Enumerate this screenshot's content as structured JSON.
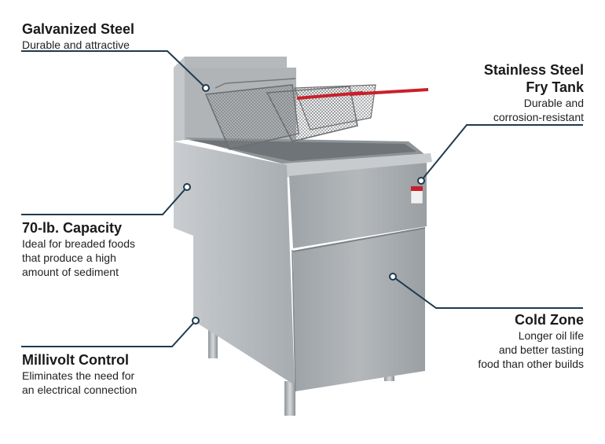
{
  "colors": {
    "leader": "#1f3a4d",
    "handle": "#c8202a",
    "steel": "#a9aeb2"
  },
  "callouts": {
    "galvanized": {
      "title": "Galvanized Steel",
      "desc": "Durable and attractive"
    },
    "stainless": {
      "title_line1": "Stainless Steel",
      "title_line2": "Fry Tank",
      "desc_line1": "Durable and",
      "desc_line2": "corrosion-resistant"
    },
    "capacity": {
      "title": "70-lb. Capacity",
      "desc_line1": "Ideal for breaded foods",
      "desc_line2": "that produce a high",
      "desc_line3": "amount of sediment"
    },
    "coldzone": {
      "title": "Cold Zone",
      "desc_line1": "Longer oil life",
      "desc_line2": "and better tasting",
      "desc_line3": "food than other builds"
    },
    "millivolt": {
      "title": "Millivolt Control",
      "desc_line1": "Eliminates the need for",
      "desc_line2": "an electrical connection"
    }
  }
}
